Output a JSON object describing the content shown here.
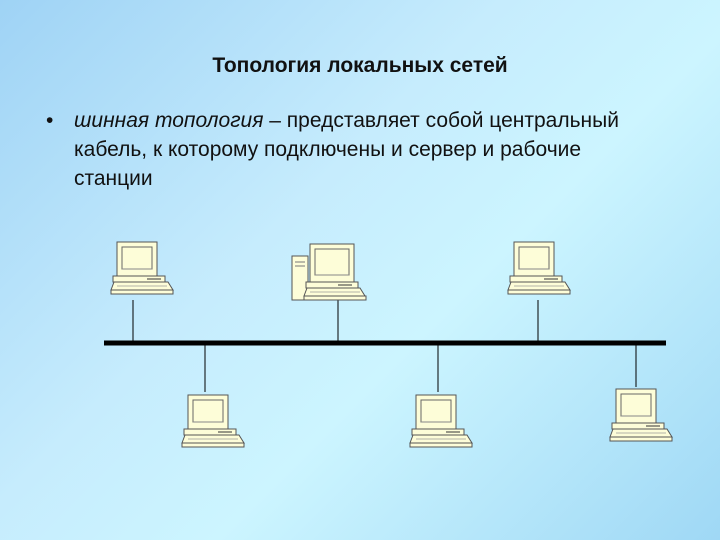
{
  "slide": {
    "title": "Топология локальных сетей",
    "bullet_marker": "•",
    "bullet_term": "шинная топология",
    "bullet_text": " – представляет собой центральный кабель, к которому подключены и сервер и рабочие станции"
  },
  "diagram": {
    "type": "bus-topology",
    "nodes": [
      {
        "id": "workstation-1",
        "kind": "workstation",
        "side": "top"
      },
      {
        "id": "server",
        "kind": "server",
        "side": "top"
      },
      {
        "id": "workstation-2",
        "kind": "workstation",
        "side": "top"
      },
      {
        "id": "workstation-3",
        "kind": "workstation",
        "side": "bottom"
      },
      {
        "id": "workstation-4",
        "kind": "workstation",
        "side": "bottom"
      },
      {
        "id": "workstation-5",
        "kind": "workstation",
        "side": "bottom"
      }
    ],
    "bus_color": "#000000",
    "computer_fill": "#fdfdd8"
  }
}
